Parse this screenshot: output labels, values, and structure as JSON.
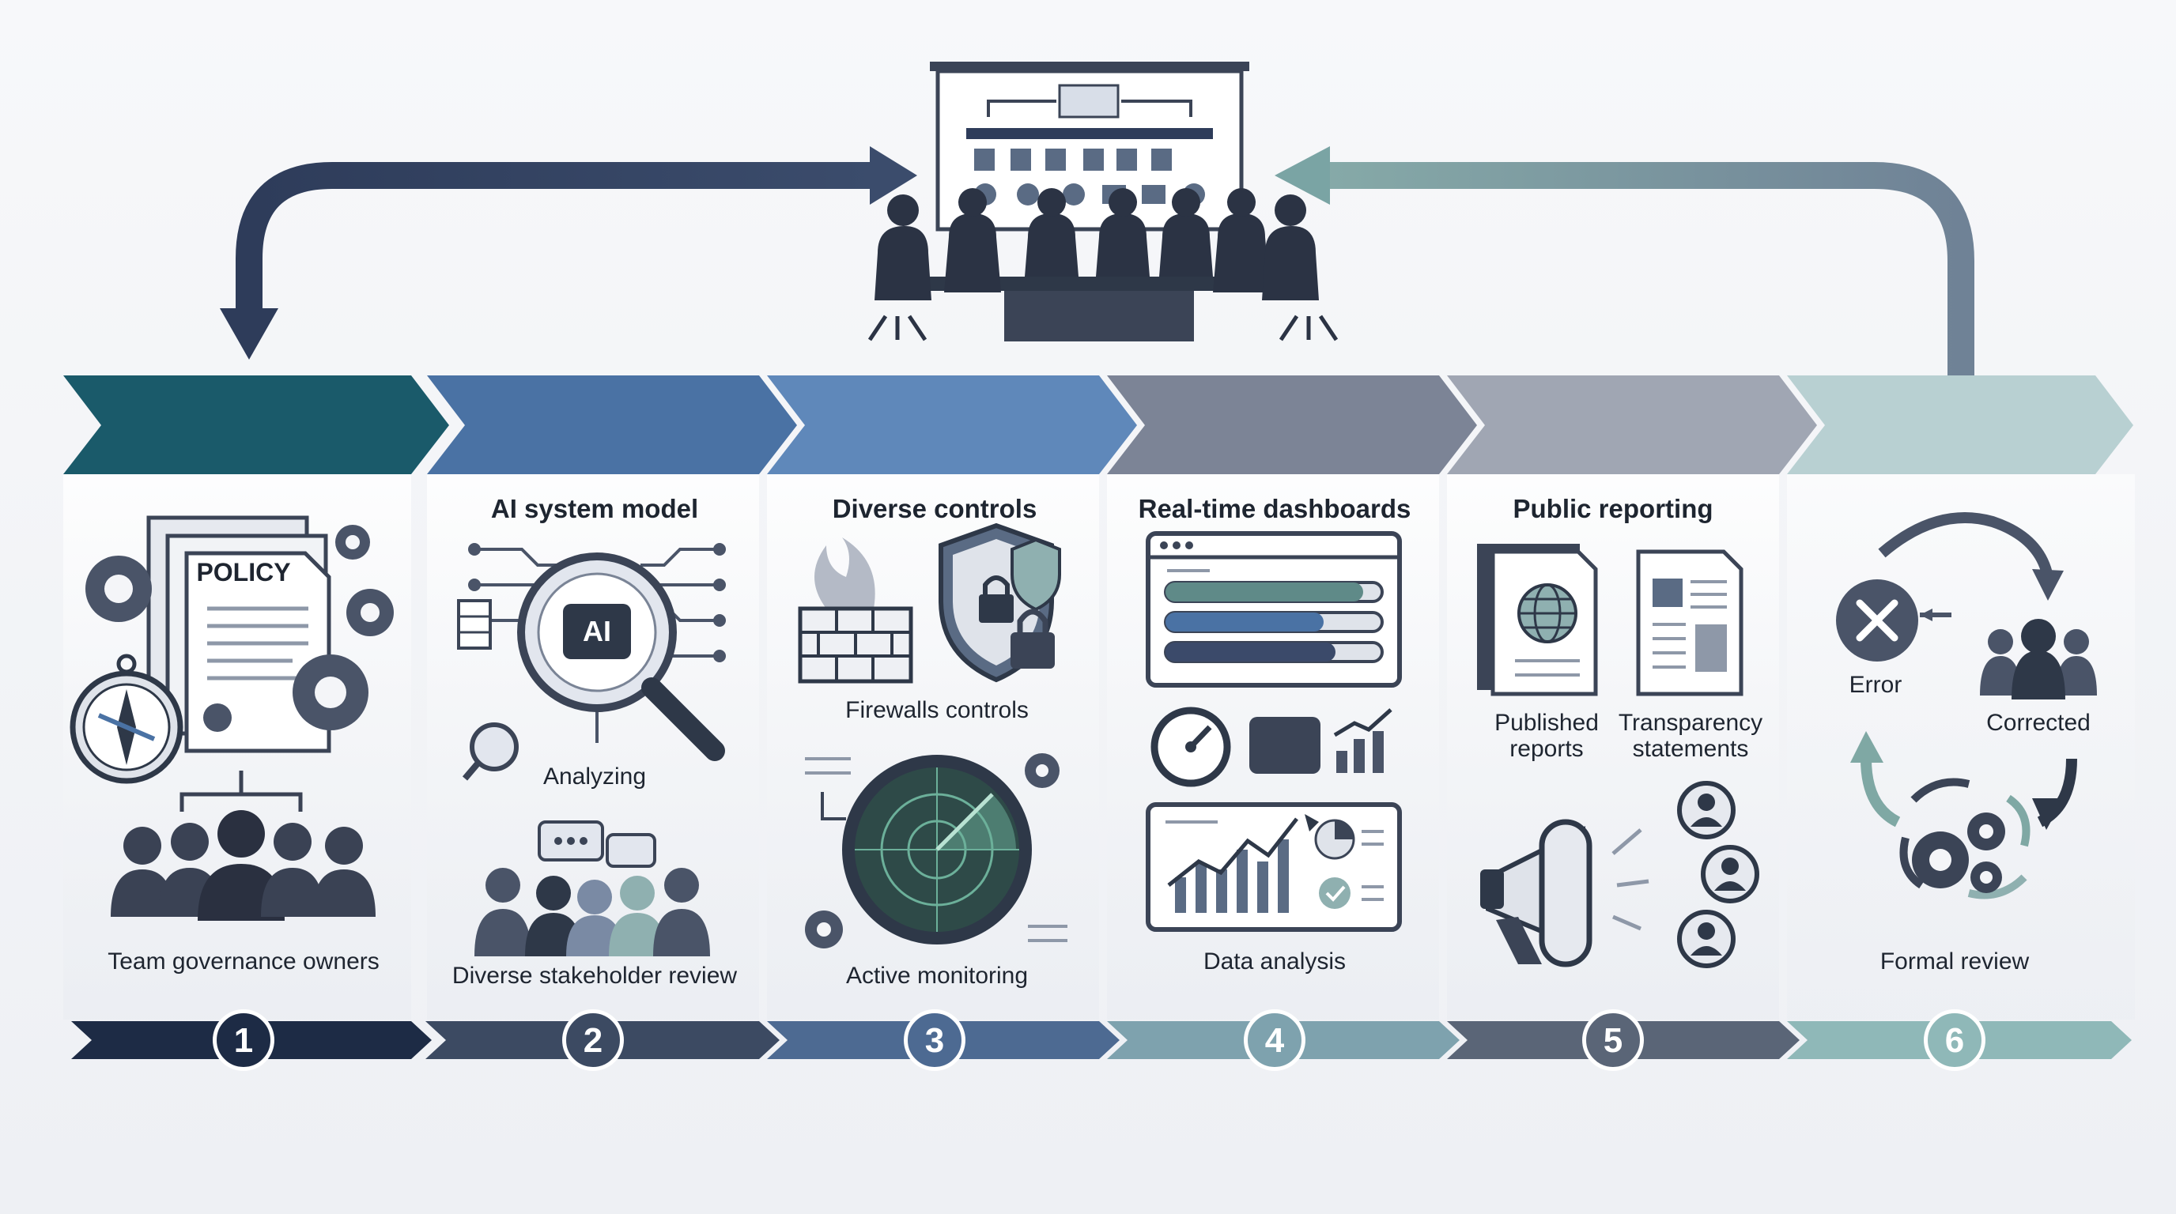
{
  "colors": {
    "stage1": "#1a5a6a",
    "stage2": "#4a72a4",
    "stage3": "#5f88ba",
    "stage4": "#7c8496",
    "stage5": "#a0a6b3",
    "stage6": "#b8d0d2",
    "num1": "#1d2b45",
    "num2": "#3c4a62",
    "num3": "#4d6a92",
    "num4": "#7ea2ae",
    "num5": "#5a6577",
    "num6": "#8fb8b8",
    "arrow_left": "#2e3c5a",
    "arrow_right": "#7aa4a4"
  },
  "stages": [
    {
      "number": "1",
      "title": "",
      "icons": [
        "policy-document-icon",
        "gear-icon",
        "compass-icon",
        "team-people-icon"
      ],
      "policy_label": "POLICY",
      "captions": [
        "Team governance owners"
      ]
    },
    {
      "number": "2",
      "title": "AI system model",
      "icons": [
        "magnifier-ai-icon",
        "database-icon",
        "speech-bubble-icon",
        "stakeholder-group-icon"
      ],
      "ai_label": "AI",
      "captions": [
        "Analyzing",
        "Diverse stakeholder review"
      ]
    },
    {
      "number": "3",
      "title": "Diverse controls",
      "icons": [
        "firewall-icon",
        "shield-lock-icon",
        "radar-icon"
      ],
      "captions": [
        "Firewalls controls",
        "Active monitoring"
      ]
    },
    {
      "number": "4",
      "title": "Real-time dashboards",
      "icons": [
        "dashboard-window-icon",
        "gauge-icon",
        "bar-chart-icon",
        "pie-chart-icon"
      ],
      "captions": [
        "Data analysis"
      ]
    },
    {
      "number": "5",
      "title": "Public reporting",
      "icons": [
        "globe-report-icon",
        "document-icon",
        "megaphone-icon",
        "user-avatar-icon"
      ],
      "captions": [
        "Published\nreports",
        "Transparency\nstatements"
      ]
    },
    {
      "number": "6",
      "title": "",
      "icons": [
        "error-x-icon",
        "cycle-arrows-icon",
        "team-people-icon",
        "gear-icon"
      ],
      "captions": [
        "Error",
        "Corrected",
        "Formal review"
      ]
    }
  ],
  "top_scene": {
    "icons": [
      "presentation-screen-icon",
      "meeting-table-icon",
      "people-icon"
    ]
  }
}
